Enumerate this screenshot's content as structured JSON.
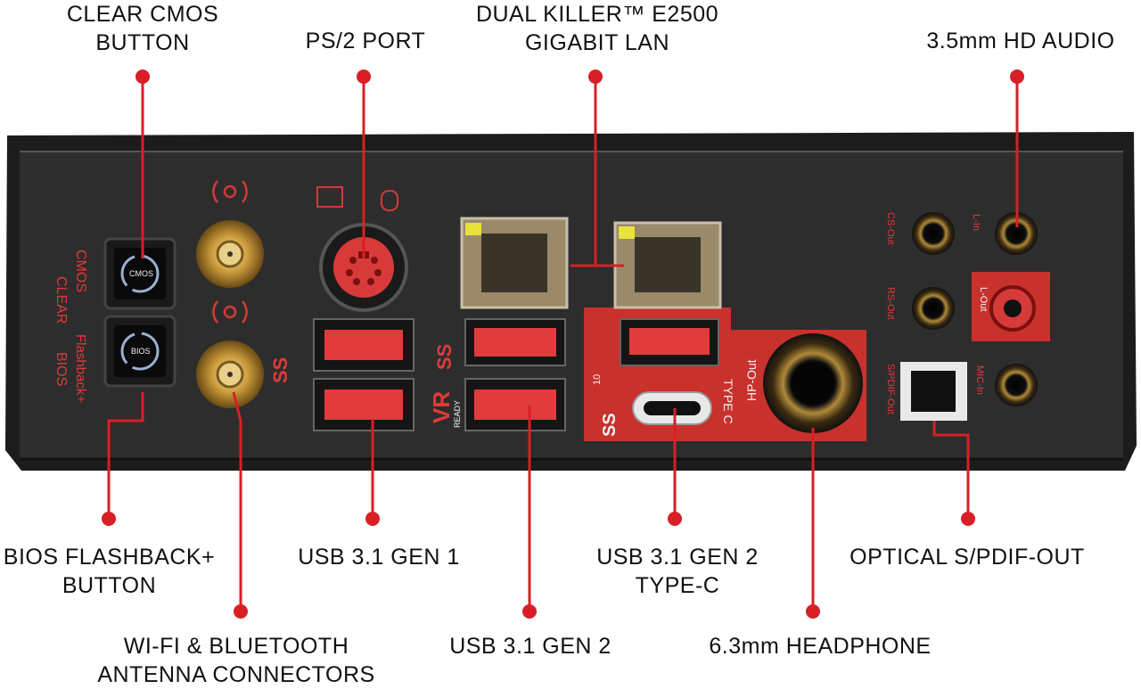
{
  "labels": {
    "clear_cmos": [
      "CLEAR CMOS",
      "BUTTON"
    ],
    "ps2": [
      "PS/2 PORT"
    ],
    "lan": [
      "DUAL KILLER™ E2500",
      "GIGABIT LAN"
    ],
    "audio": [
      "3.5mm HD AUDIO"
    ],
    "bios_flashback": [
      "BIOS FLASHBACK+",
      "BUTTON"
    ],
    "usb31_gen1": [
      "USB 3.1 GEN 1"
    ],
    "usb31_gen2_typec": [
      "USB 3.1 GEN 2",
      "TYPE-C"
    ],
    "optical": [
      "OPTICAL S/PDIF-OUT"
    ],
    "antenna": [
      "WI-FI & BLUETOOTH",
      "ANTENNA CONNECTORS"
    ],
    "usb31_gen2": [
      "USB 3.1 GEN 2"
    ],
    "headphone": [
      "6.3mm HEADPHONE"
    ]
  },
  "panel_print": {
    "clear": "CLEAR",
    "cmos": "CMOS",
    "bios": "BIOS",
    "flashback": "Flashback+",
    "cmos_button": "CMOS",
    "bios_button": "BIOS",
    "ss": "SS",
    "ss10": "10",
    "vr": "VR",
    "ready": "READY",
    "type_c": "TYPE C",
    "hp_out": "HP-Out",
    "cs_out": "CS-Out",
    "l_in": "L-In",
    "rs_out": "RS-Out",
    "l_out": "L-Out",
    "spdif_out": "S/PDIF-Out",
    "mic_in": "MIC-In"
  },
  "colors": {
    "callout": "#d81f26",
    "panel": "#2b2a2a",
    "usb_red": "#e23b3b",
    "print_red": "#e03a3a"
  }
}
